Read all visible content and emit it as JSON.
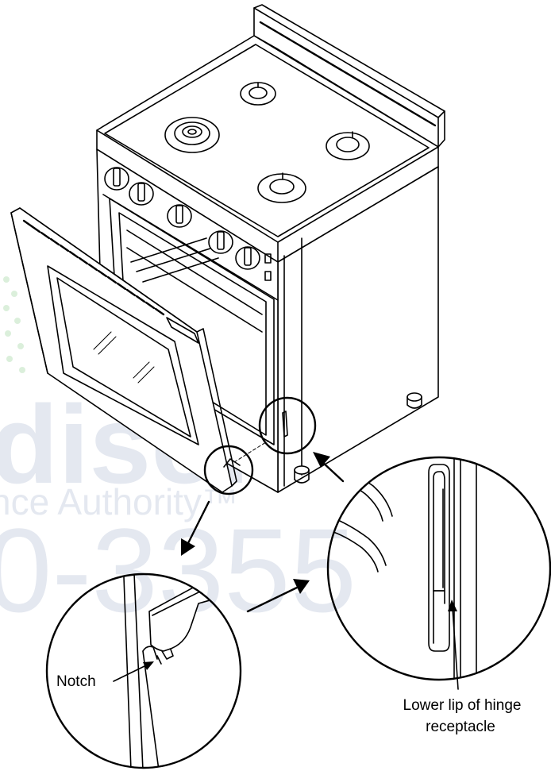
{
  "watermark": {
    "line1": "dison",
    "line2": "nce Authority™",
    "line3": "0-3355",
    "color": "#cfd6e4",
    "dot_color": "#bfe3bf"
  },
  "callouts": {
    "notch_label": "Notch",
    "receptacle_label_line1": "Lower lip of hinge",
    "receptacle_label_line2": "receptacle"
  },
  "icons": [
    "range-illustration",
    "burner-icon",
    "knob-icon",
    "oven-door",
    "hinge-notch-detail",
    "hinge-receptacle-detail",
    "arrow-icon"
  ]
}
